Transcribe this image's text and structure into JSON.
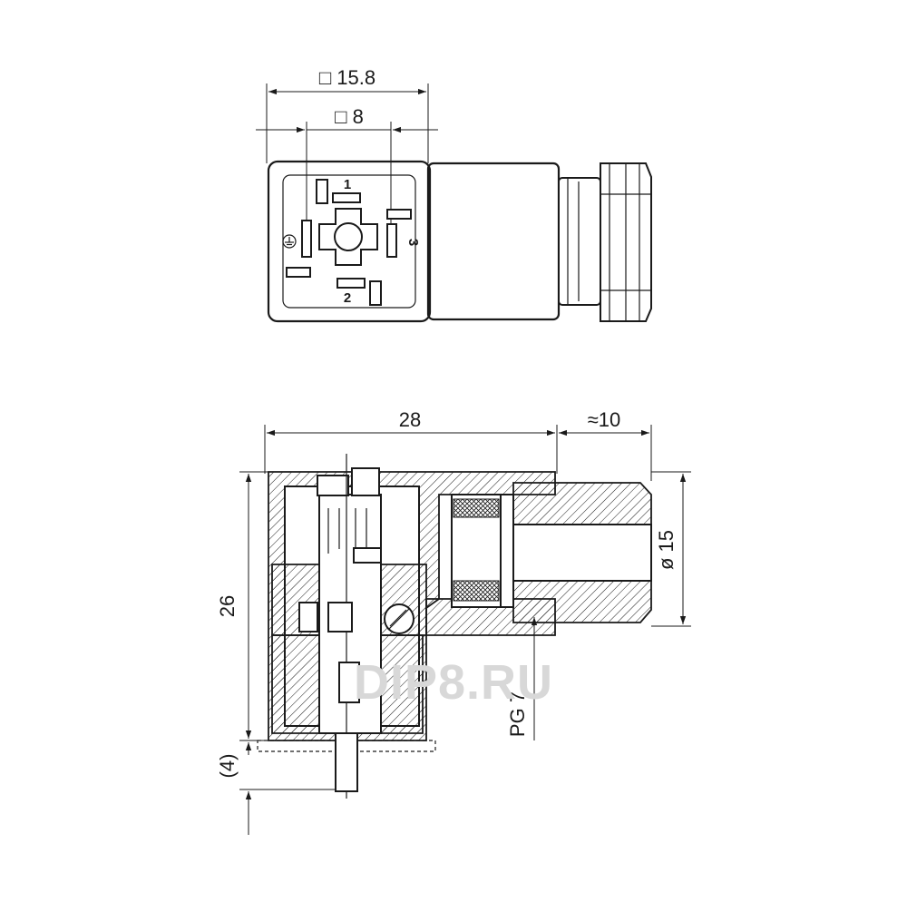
{
  "top_view": {
    "dim_outer": "□ 15.8",
    "dim_inner": "□ 8",
    "pins": [
      {
        "label": "1"
      },
      {
        "label": "2"
      },
      {
        "label": "3"
      }
    ],
    "ground_symbol": "⏚"
  },
  "side_view": {
    "dim_length": "28",
    "dim_cable": "≈10",
    "dim_height": "26",
    "dim_diameter": "ø 15",
    "dim_pin": "(4)",
    "thread_label": "PG 7"
  },
  "watermark": "DIP8.RU"
}
